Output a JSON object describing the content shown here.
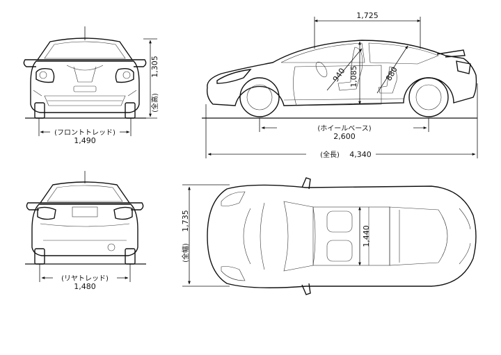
{
  "dimensions": {
    "overall_width": {
      "label": "(全幅)",
      "value": "1,735"
    },
    "overall_height": {
      "label": "(全高)",
      "value": "1,305"
    },
    "overall_length": {
      "label": "(全長)",
      "value": "4,340"
    },
    "wheelbase": {
      "label": "(ホイールベース)",
      "value": "2,600"
    },
    "front_tread": {
      "label": "(フロントトレッド)",
      "value": "1,490"
    },
    "rear_tread": {
      "label": "(リヤトレッド)",
      "value": "1,480"
    },
    "interior_length": {
      "value": "1,725"
    },
    "interior_height": {
      "value": "1,085"
    },
    "interior_width": {
      "value": "1,440"
    },
    "front_seat_dim": {
      "value": "940"
    },
    "rear_seat_dim": {
      "value": "880"
    }
  }
}
